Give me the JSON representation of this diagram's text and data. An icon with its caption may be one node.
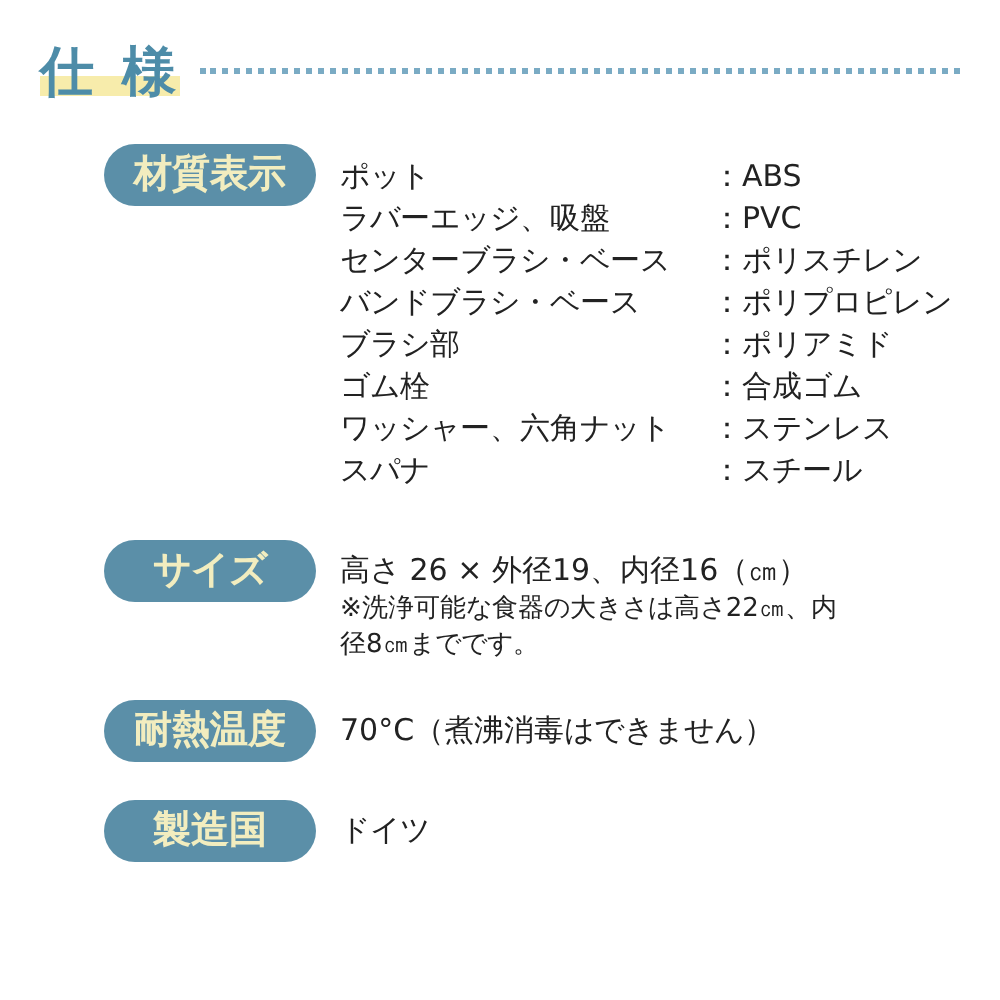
{
  "diagram": {
    "title": "仕様",
    "nodes": [
      {
        "text": [
          "材質表示"
        ]
      },
      {
        "text": [
          "サイズ"
        ]
      },
      {
        "text": [
          "耐熱温度"
        ]
      },
      {
        "text": [
          "製造国"
        ]
      }
    ],
    "labels": [
      "ポット",
      "：ABS",
      "ラバーエッジ、吸盤",
      "：PVC",
      "センターブラシ・ベース",
      "：ポリスチレン",
      "バンドブラシ・ベース",
      "：ポリプロピレン",
      "ブラシ部",
      "：ポリアミド",
      "ゴム栓",
      "：合成ゴム",
      "ワッシャー、六角ナット",
      "：ステンレス",
      "スパナ",
      "：スチール",
      "高さ 26 × 外径19、内径16（㎝）",
      "※洗浄可能な食器の大きさは高さ22㎝、内径8㎝までです。",
      "70°C（煮沸消毒はできません）",
      "ドイツ"
    ]
  }
}
